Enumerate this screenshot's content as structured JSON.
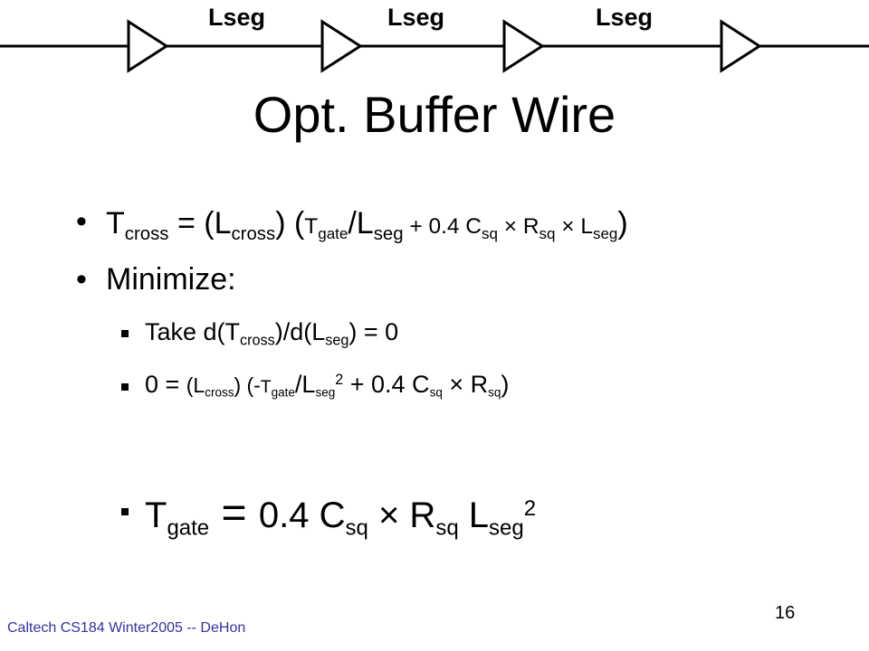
{
  "diagram": {
    "segment_labels": [
      "Lseg",
      "Lseg",
      "Lseg"
    ]
  },
  "title": "Opt. Buffer Wire",
  "bullets": {
    "b1": {
      "T": "T",
      "cross": "cross",
      "eq": " = (L",
      "cross2": "cross",
      "p1": ") (",
      "Tsm": "T",
      "gate": "gate",
      "slashL": "/L",
      "seg": "seg",
      "plus": " + 0.4 ",
      "C": "C",
      "sq1": "sq",
      "times1": " × R",
      "sq2": "sq",
      "times2": " × L",
      "seg2": "seg",
      "close": ")"
    },
    "b2": "Minimize:"
  },
  "subbullets": {
    "s1": {
      "a": "Take d(T",
      "cross": "cross",
      "b": ")/d(L",
      "seg": "seg",
      "c": ") = 0"
    },
    "s2": {
      "a": "0 = ",
      "L": "(L",
      "cross": "cross",
      "b": ") (-",
      "T": "T",
      "gate": "gate",
      "slashL": "/L",
      "seg": "seg",
      "sup": "2",
      "c": " + 0.4 C",
      "sq1": "sq",
      "d": " × R",
      "sq2": "sq",
      "e": ")"
    },
    "s3": {
      "T": "T",
      "gate": "gate",
      "eq": " = ",
      "a": "0.4 C",
      "sq1": "sq",
      "b": " × R",
      "sq2": "sq",
      "L": " L",
      "seg": "seg",
      "sup": "2"
    }
  },
  "footer": "Caltech CS184 Winter2005 -- DeHon",
  "page_number": "16"
}
